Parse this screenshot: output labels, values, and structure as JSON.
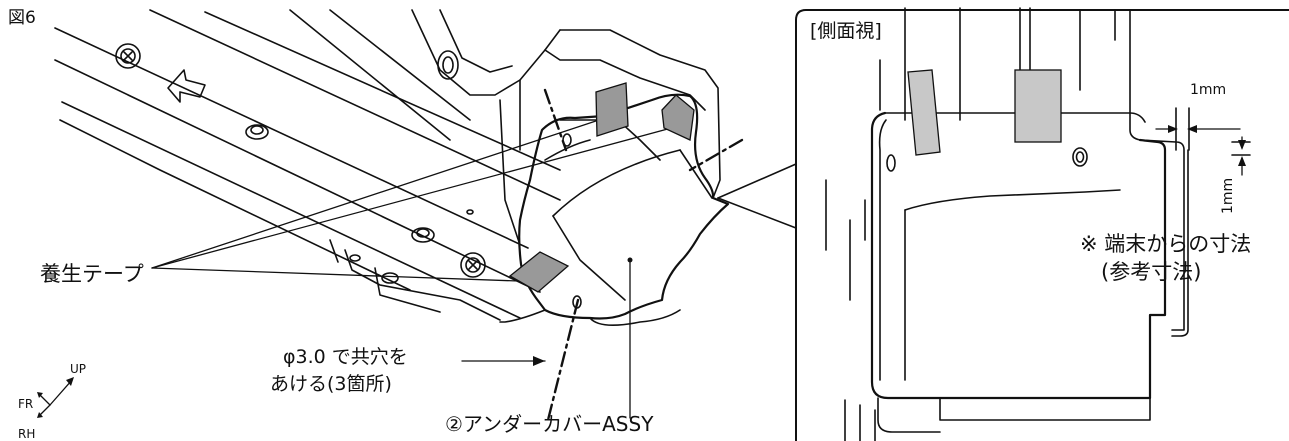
{
  "figure_label": "図6",
  "inset_title": "[側面視]",
  "labels": {
    "tape": "養生テープ",
    "hole_line1": "φ3.0 で共穴を",
    "hole_line2": "あける(3箇所)",
    "assy": "②アンダーカバーASSY",
    "note_line1": "※ 端末からの寸法",
    "note_line2": "(参考寸法)",
    "dim_horizontal": "1mm",
    "dim_vertical": "1mm"
  },
  "axes": {
    "up": "UP",
    "fr": "FR",
    "rh": "RH"
  },
  "colors": {
    "line": "#111111",
    "tape": "#999999",
    "tape_light": "#c8c8c8",
    "background": "#ffffff"
  }
}
